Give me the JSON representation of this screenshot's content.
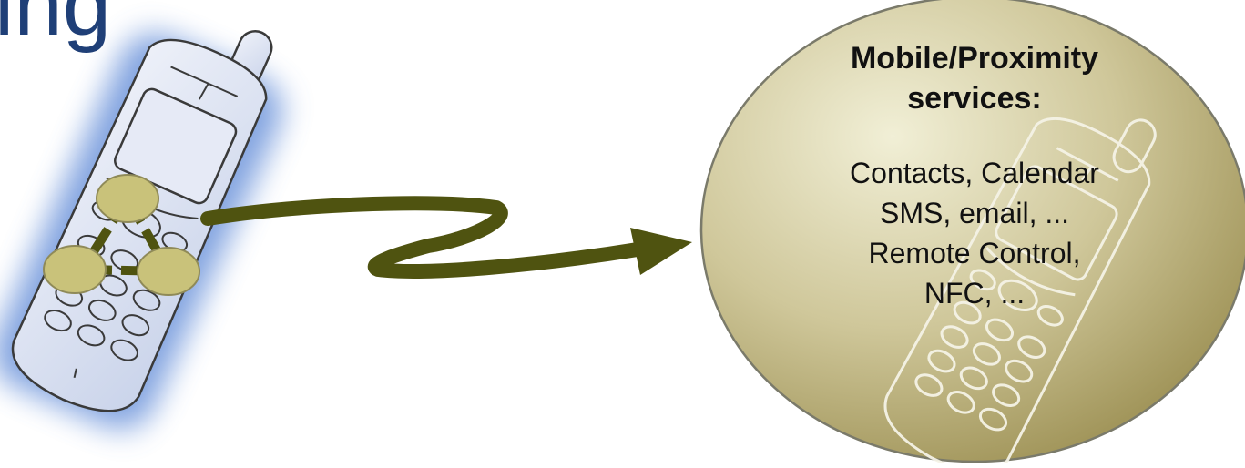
{
  "title_fragment": "ing",
  "bubble": {
    "heading_line1": "Mobile/Proximity",
    "heading_line2": "services:",
    "lines": [
      "Contacts, Calendar",
      "SMS, email, ...",
      "Remote Control,",
      "NFC, ..."
    ]
  },
  "colors": {
    "title": "#1f3f77",
    "arrow": "#4f5310",
    "bubble_fill_light": "#eeeccf",
    "bubble_fill_dark": "#a79c5c",
    "node_fill": "#c9c27a",
    "phone_fill": "#d9e0f0",
    "phone_glow": "#5a86d6"
  },
  "icons": [
    "mobile-phone-icon",
    "network-triangle-icon",
    "phone-watermark-icon"
  ]
}
